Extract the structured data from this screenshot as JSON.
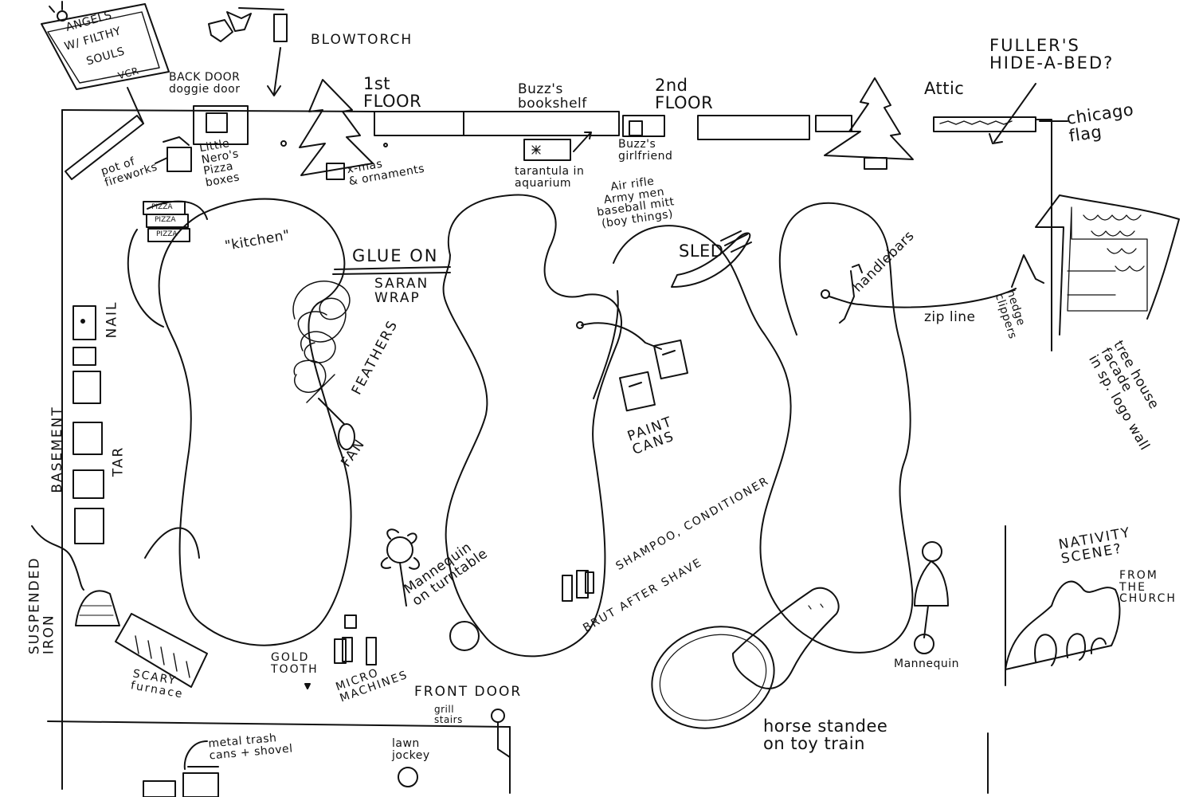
{
  "sign": {
    "line1": "ANGELS",
    "line2": "W/ FILTHY",
    "line3": "SOULS",
    "line4": "VCR"
  },
  "labels": {
    "blowtorch": "BLOWTORCH",
    "back_door": "BACK DOOR\ndoggie door",
    "first_floor": "1st\nFLOOR",
    "buzz_bookshelf": "Buzz's\nbookshelf",
    "second_floor": "2nd\nFLOOR",
    "attic": "Attic",
    "fuller": "FULLER'S\nHIDE-A-BED?",
    "chicago_flag": "chicago\nflag",
    "fireworks": "pot of\nfireworks",
    "little_nero": "Little\nNero's\nPizza\nboxes",
    "pizza": "PIZZA",
    "xmas": "x-mas\n& ornaments",
    "tarantula": "tarantula in\naquarium",
    "buzz_girlfriend": "Buzz's\ngirlfriend",
    "boy_things": "Air rifle\nArmy men\nbaseball mitt\n(boy things)",
    "sled": "SLED",
    "kitchen": "\"kitchen\"",
    "glue": "GLUE ON",
    "saran": "SARAN\nWRAP",
    "feathers": "FEATHERS",
    "fan": "FAN",
    "nail": "NAIL",
    "tar": "TAR",
    "basement": "BASEMENT",
    "suspended_iron": "SUSPENDED\nIRON",
    "scary_furnace": "SCARY\nfurnace",
    "paint_cans": "PAINT\nCANS",
    "handlebars": "handlebars",
    "zip_line": "zip line",
    "hedge_clippers": "hedge\nclippers",
    "tree_house": "tree house\nfacade\nin sp. logo wall",
    "mannequin_turntable": "Mannequin\non turntable",
    "shampoo": "SHAMPOO, CONDITIONER",
    "brut": "BRUT AFTER SHAVE",
    "nativity": "NATIVITY\nSCENE?",
    "from_church": "FROM\nTHE\nCHURCH",
    "mannequin": "Mannequin",
    "gold_tooth": "GOLD\nTOOTH",
    "micro_machines": "MICRO\nMACHINES",
    "front_door": "FRONT DOOR",
    "front_door_sub": "grill\nstairs",
    "trash_cans": "metal trash\ncans + shovel",
    "lawn_jockey": "lawn\njockey",
    "horse": "horse standee\non toy train"
  }
}
